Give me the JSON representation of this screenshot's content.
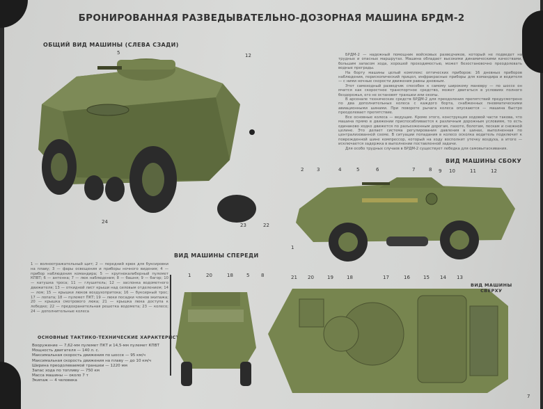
{
  "title": "БРОНИРОВАННАЯ РАЗВЕДЫВАТЕЛЬНО-ДОЗОРНАЯ МАШИНА БРДМ-2",
  "views": {
    "general": "ОБЩИЙ ВИД МАШИНЫ (СЛЕВА СЗАДИ)",
    "side": "ВИД МАШИНЫ СБОКУ",
    "front": "ВИД МАШИНЫ СПЕРЕДИ",
    "top_line1": "ВИД МАШИНЫ",
    "top_line2": "СВЕРХУ"
  },
  "description": [
    "БРДМ-2 — надежный помощник войсковых разведчиков, который не подведет на трудных и опасных маршрутах. Машина обладает высокими динамическими качествами, большим запасом хода, хорошей проходимостью, может безостановочно преодолевать водные преграды.",
    "На борту машины целый комплекс оптических приборов: 16 дневных приборов наблюдения, перископический прицел, инфракрасные приборы для командира и водителя — с ними ночные скорости движения равны дневным.",
    "Этот самоходный разведчик способен к самому широкому маневру — по шоссе он мчится как скоростное транспортное средство, может двигаться в условиях полного бездорожья, его не остановят траншеи или окопы.",
    "В арсенале технических средств БРДМ-2 для преодоления препятствий предусмотрено по два дополнительных колеса с каждого борта, снабженных пневматическими авиационными шинами. При повороте рычага колеса опускаются — машина быстро преодолевает препятствие.",
    "Все основные колеса — ведущие. Кроме этого, конструкция ходовой части такова, что машина прямо в движении приспосабливается к различным дорожным условиям, то есть одинаково ходко движется по разъезженным дорогам, пахоте, болотам, пескам и снежной целине. Это делает система регулирования давления в шинах, выполненная по централизованной схеме. В ситуации попадания в колесо осколка водитель подключит к поврежденной шине компрессор, который на ходу восполнит утечку воздуха, а итоге — исключается задержка в выполнении поставленной задачи.",
    "Для особо трудных случаев в БРДМ-2 существует лебедка для самовытаскивания."
  ],
  "legend": "1 — волноотражательный щит; 2 — передний крюк для буксировки на плаву; 3 — фары освещения и приборы ночного видения; 4 — прибор наблюдения командира; 5 — крупнокалиберный пулемет КПВТ; 6 — антенна; 7 — люк наблюдения; 8 — башня; 9 — багор; 10 — катушка троса; 11 — глушитель; 12 — заслонка водометного движителя; 13 — откидной лист крыши над силовым отделением; 14 — лом; 15 — крышки люков воздухопритока; 16 — буксирный трос; 17 — лопата; 18 — пулемет ПКТ; 19 — люки посадки членов экипажа; 20 — крышка смотрового люка; 21 — крышка люка доступа к лебедке; 22 — предохранительная решетка водомета; 23 — колесо; 24 — дополнительные колеса",
  "specs_title": "ОСНОВНЫЕ ТАКТИКО-ТЕХНИЧЕСКИЕ ХАРАКТЕРИСТИКИ",
  "specs": [
    "Вооружение — 7,62-мм пулемет ПКТ и 14,5-мм пулемет КПВТ",
    "Мощность двигателя — 140 л. с.",
    "Максимальная скорость движения по шоссе — 95 км/ч",
    "Максимальная скорость движения на плаву — до 10 км/ч",
    "Ширина преодолеваемой траншеи — 1220 мм",
    "Запас хода по топливу — 750 км",
    "Масса машины — около 7 т",
    "Экипаж — 4 человека"
  ],
  "callouts": {
    "general": [
      "5",
      "12",
      "24",
      "23",
      "22"
    ],
    "side": [
      "1",
      "2",
      "3",
      "4",
      "5",
      "6",
      "7",
      "8",
      "9",
      "10",
      "11",
      "12"
    ],
    "front": [
      "1",
      "20",
      "18",
      "5",
      "8"
    ],
    "top": [
      "21",
      "20",
      "19",
      "18",
      "17",
      "16",
      "15",
      "14",
      "13"
    ]
  },
  "page_number": "7",
  "colors": {
    "paper": "#d4d5d3",
    "armor": "#6e7a4a",
    "armor_dark": "#4a5230",
    "tire": "#2b2b2b",
    "text": "#333333"
  }
}
